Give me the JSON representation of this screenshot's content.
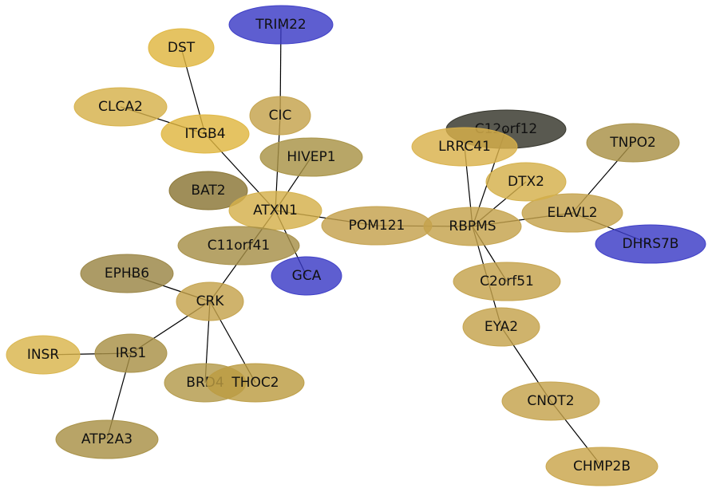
{
  "palette": {
    "gold": "#d9b441",
    "mustard": "#c9a54a",
    "olive": "#a8904a",
    "olive_dark": "#8c7a3a",
    "blue": "#3b3bc6",
    "grey": "#3c3c2f"
  },
  "nodes": [
    {
      "id": "TRIM22",
      "label": "TRIM22",
      "color": "#3b3bc6"
    },
    {
      "id": "DST",
      "label": "DST",
      "color": "#dfb640"
    },
    {
      "id": "CLCA2",
      "label": "CLCA2",
      "color": "#d6b14a"
    },
    {
      "id": "CIC",
      "label": "CIC",
      "color": "#c4a24c"
    },
    {
      "id": "ITGB4",
      "label": "ITGB4",
      "color": "#dfb640"
    },
    {
      "id": "HIVEP1",
      "label": "HIVEP1",
      "color": "#a89246"
    },
    {
      "id": "BAT2",
      "label": "BAT2",
      "color": "#8a7534"
    },
    {
      "id": "ATXN1",
      "label": "ATXN1",
      "color": "#d4b04a"
    },
    {
      "id": "C11orf41",
      "label": "C11orf41",
      "color": "#a68f47"
    },
    {
      "id": "POM121",
      "label": "POM121",
      "color": "#c4a14d"
    },
    {
      "id": "GCA",
      "label": "GCA",
      "color": "#3b3bc6"
    },
    {
      "id": "EPHB6",
      "label": "EPHB6",
      "color": "#9a8544"
    },
    {
      "id": "CRK",
      "label": "CRK",
      "color": "#c4a24c"
    },
    {
      "id": "INSR",
      "label": "INSR",
      "color": "#d9b54c"
    },
    {
      "id": "IRS1",
      "label": "IRS1",
      "color": "#a89046"
    },
    {
      "id": "BRD4",
      "label": "BRD4",
      "color": "#b39a4a"
    },
    {
      "id": "THOC2",
      "label": "THOC2",
      "color": "#bc9c42"
    },
    {
      "id": "ATP2A3",
      "label": "ATP2A3",
      "color": "#a89046"
    },
    {
      "id": "C12orf12",
      "label": "C12orf12",
      "color": "#34342a"
    },
    {
      "id": "LRRC41",
      "label": "LRRC41",
      "color": "#d9b14a"
    },
    {
      "id": "TNPO2",
      "label": "TNPO2",
      "color": "#a89046"
    },
    {
      "id": "DTX2",
      "label": "DTX2",
      "color": "#d4b04a"
    },
    {
      "id": "RBPMS",
      "label": "RBPMS",
      "color": "#c4a24c"
    },
    {
      "id": "ELAVL2",
      "label": "ELAVL2",
      "color": "#c4a24c"
    },
    {
      "id": "DHRS7B",
      "label": "DHRS7B",
      "color": "#3b3bc6"
    },
    {
      "id": "C2orf51",
      "label": "C2orf51",
      "color": "#c4a24c"
    },
    {
      "id": "EYA2",
      "label": "EYA2",
      "color": "#c4a24c"
    },
    {
      "id": "CNOT2",
      "label": "CNOT2",
      "color": "#c4a24c"
    },
    {
      "id": "CHMP2B",
      "label": "CHMP2B",
      "color": "#c9a54a"
    }
  ],
  "edges": [
    [
      "TRIM22",
      "CIC"
    ],
    [
      "DST",
      "ITGB4"
    ],
    [
      "CLCA2",
      "ITGB4"
    ],
    [
      "ITGB4",
      "ATXN1"
    ],
    [
      "CIC",
      "ATXN1"
    ],
    [
      "HIVEP1",
      "ATXN1"
    ],
    [
      "ATXN1",
      "POM121"
    ],
    [
      "ATXN1",
      "GCA"
    ],
    [
      "ATXN1",
      "CRK"
    ],
    [
      "EPHB6",
      "CRK"
    ],
    [
      "CRK",
      "IRS1"
    ],
    [
      "CRK",
      "BRD4"
    ],
    [
      "CRK",
      "THOC2"
    ],
    [
      "INSR",
      "IRS1"
    ],
    [
      "IRS1",
      "ATP2A3"
    ],
    [
      "POM121",
      "RBPMS"
    ],
    [
      "LRRC41",
      "RBPMS"
    ],
    [
      "C12orf12",
      "RBPMS"
    ],
    [
      "DTX2",
      "RBPMS"
    ],
    [
      "RBPMS",
      "ELAVL2"
    ],
    [
      "TNPO2",
      "ELAVL2"
    ],
    [
      "ELAVL2",
      "DHRS7B"
    ],
    [
      "RBPMS",
      "C2orf51"
    ],
    [
      "RBPMS",
      "EYA2"
    ],
    [
      "EYA2",
      "CNOT2"
    ],
    [
      "CNOT2",
      "CHMP2B"
    ]
  ]
}
